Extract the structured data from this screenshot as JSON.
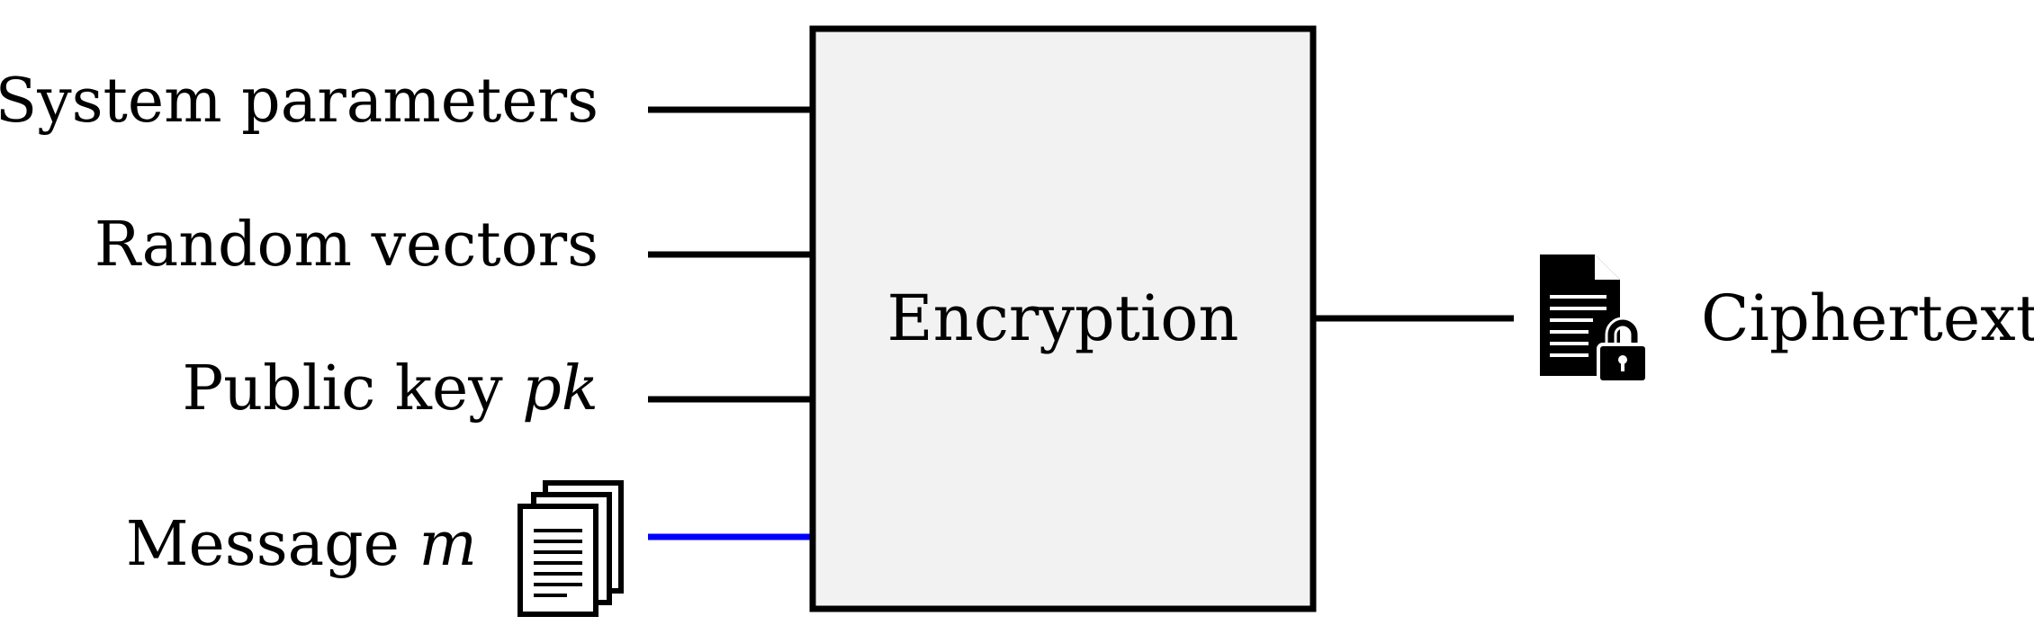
{
  "inputs": [
    {
      "text": "System parameters",
      "italic": "",
      "arrow_color": "#000000"
    },
    {
      "text": "Random vectors",
      "italic": "",
      "arrow_color": "#000000"
    },
    {
      "text": "Public key ",
      "italic": "pk",
      "arrow_color": "#000000"
    },
    {
      "text": "Message ",
      "italic": "m",
      "arrow_color": "#0000ff"
    }
  ],
  "process": {
    "label": "Encryption",
    "fill": "#f2f2f2"
  },
  "output": {
    "label": "Ciphertext"
  },
  "icons": {
    "message": "stacked-documents-icon",
    "output": "locked-document-icon"
  }
}
